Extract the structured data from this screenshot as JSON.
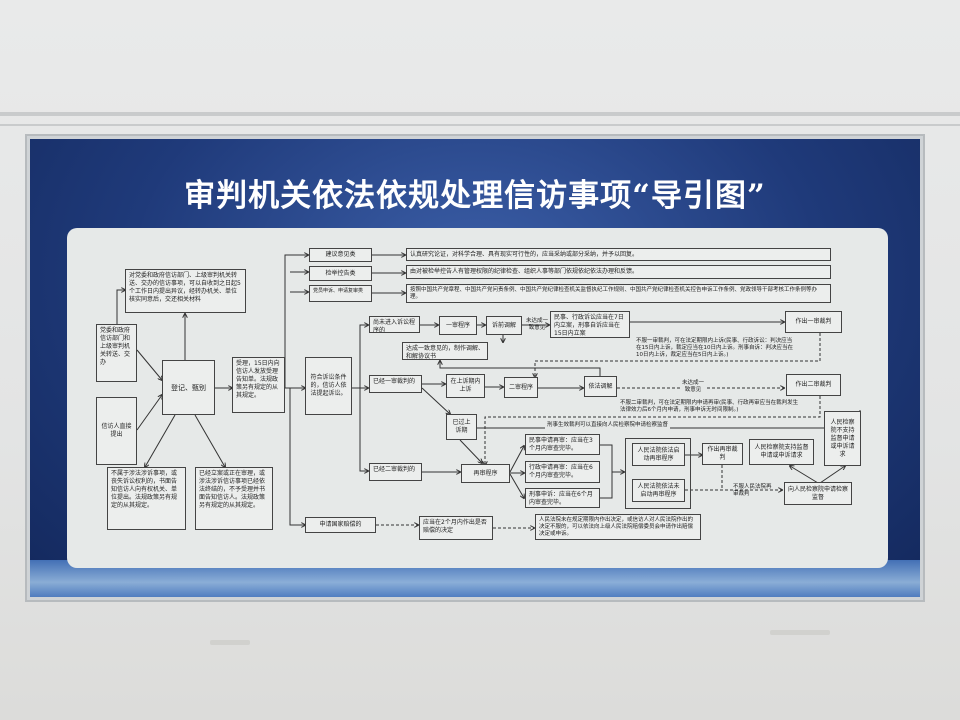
{
  "poster": {
    "title": "审判机关依法依规处理信访事项“导引图”"
  },
  "intake": {
    "transfer_objection": "对党委和政府信访部门、上级审判机关转送、交办的信访事项，可以自收到之日起5个工作日内提出异议，经转办机关、单位核实同意后，交还相关材料",
    "transferred": "党委和政府信访部门和上级审判机关转送、交办",
    "direct": "信访人直接提出",
    "register": "登记、甄别",
    "accept": "受理，15日内向信访人发放受理告知单。法规政策另有规定的从其规定。",
    "not_litigation": "不属于涉法涉诉事项，或丧失诉讼权利的，书面告知信访人向有权机关、单位提出。法规政策另有规定的从其规定。",
    "already_filed": "已经立案或正在审理，或涉法涉诉信访事项已经依法终结的，不予受理并书面告知信访人。法规政策另有规定的从其规定。",
    "litigation": "符合诉讼条件的，信访人依法提起诉讼。"
  },
  "categories": [
    {
      "label": "建议意见类",
      "handling": "认真研究论证，对科学合理、具有现实可行性的，应当采纳或部分采纳，并予以回复。"
    },
    {
      "label": "检举控告类",
      "handling": "由对被检举控告人有管理权限的纪律检查、组织人事等部门依规依纪依法办理和反馈。"
    },
    {
      "label": "党员申诉、申请复审类",
      "handling": "按照中国共产党章程、中国共产党问责条例、中国共产党纪律检查机关监督执纪工作规则、中国共产党纪律检查机关控告申诉工作条例、党政领导干部考核工作条例等办理。"
    }
  ],
  "litigation": {
    "not_in_procedure": "尚未进入诉讼程序的",
    "first_instance": "一审程序",
    "pre_mediation": "诉前调解",
    "no_agreement_1": "未达成一致意见",
    "filing_deadline": "民事、行政诉讼应当在7日内立案，刑事自诉应当在15日内立案",
    "first_judgment": "作出一审裁判",
    "agreement": "达成一致意见的，制作调解、和解协议书",
    "appeal_note": "不服一审裁判，可在法定期限内上诉(民事、行政诉讼：判决应当在15日内上诉，裁定应当在10日内上诉。刑事自诉：判决应当在10日内上诉，裁定应当在5日内上诉。)",
    "after_first": "已经一审裁判的",
    "in_appeal_period": "在上诉期内上诉",
    "second_instance": "二审程序",
    "mediation": "依法调解",
    "no_agreement_2": "未达成一致意见",
    "second_judgment": "作出二审裁判",
    "retrial_note": "不服二审裁判，可在法定期限内申请再审(民事、行政再审应当在裁判发生法律效力后6个月内申请，刑事申诉无时间限制。)",
    "past_appeal": "已过上诉期",
    "criminal_note": "刑事生效裁判可以直接向人民检察院申请检察监督",
    "after_second": "已经二审裁判的",
    "retrial": "再审程序",
    "civil_retrial": "民事申请再审：应当在3个月内审查完毕。",
    "admin_retrial": "行政申请再审：应当在6个月内审查完毕。",
    "criminal_appeal": "刑事申诉：应当在6个月内审查完毕。",
    "court_start": "人民法院依法启动再审程序",
    "court_not_start": "人民法院依法未启动再审程序",
    "retrial_judgment": "作出再审裁判",
    "procuratorate_support": "人民检察院支持监督申请或申诉请求",
    "procuratorate_reject": "人民检察院不支持监督申请或申诉请求",
    "not_satisfied": "不服人民法院再审裁判",
    "apply_supervision": "向人民检察院申请检察监督"
  },
  "compensation": {
    "apply": "申请国家赔偿的",
    "deadline": "应当在2个月内作出是否赔偿的决定",
    "appeal": "人民法院未在规定期限内作出决定，或信访人对人民法院作出的决定不服的，可以依法向上级人民法院赔偿委员会申请作出赔偿决定或申诉。"
  }
}
